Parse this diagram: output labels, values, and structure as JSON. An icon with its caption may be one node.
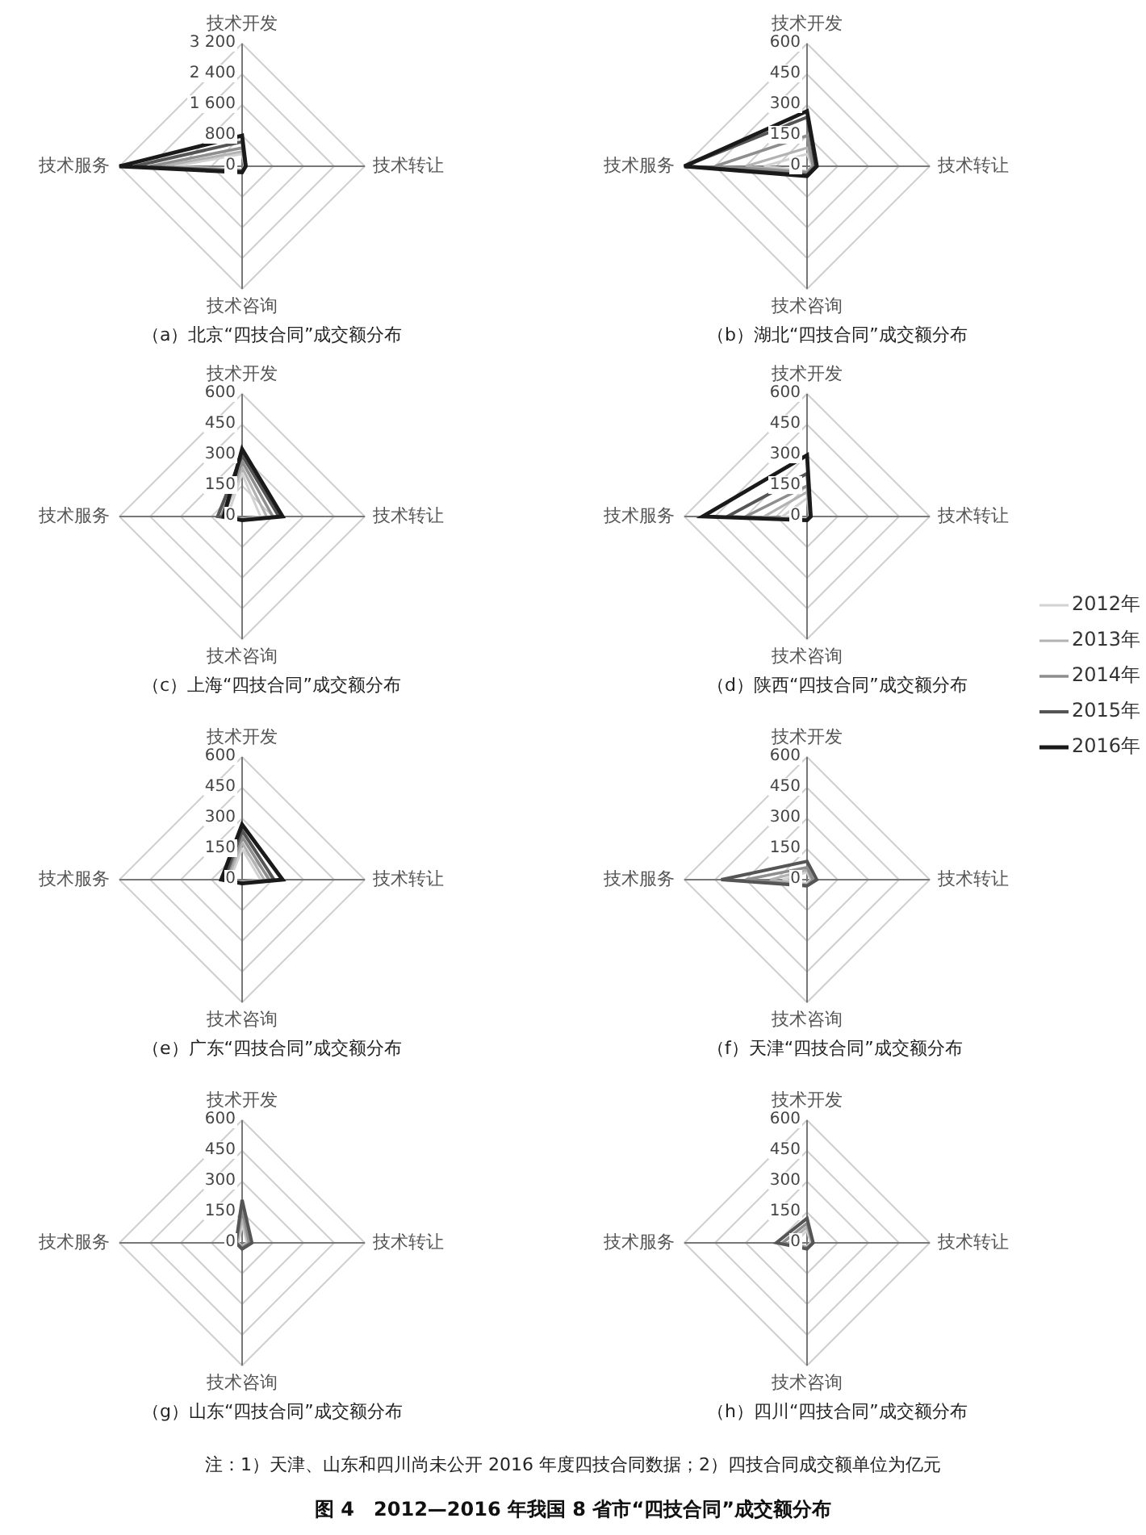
{
  "diagram": {
    "caption": "图 4　2012—2016 年我国 8 省市“四技合同”成交额分布",
    "labels": [
      "技术开发",
      "3 200",
      "2 400",
      "1 600",
      "800",
      "0",
      "技术服务",
      "技术转让",
      "技术咨询",
      "（a）北京“四技合同”成交额分布",
      "技术开发",
      "600",
      "450",
      "300",
      "150",
      "0",
      "技术服务",
      "技术转让",
      "技术咨询",
      "（b）湖北“四技合同”成交额分布",
      "技术开发",
      "600",
      "450",
      "300",
      "150",
      "0",
      "技术服务",
      "技术转让",
      "技术咨询",
      "（c）上海“四技合同”成交额分布",
      "技术开发",
      "600",
      "450",
      "300",
      "150",
      "0",
      "技术服务",
      "技术转让",
      "技术咨询",
      "（d）陕西“四技合同”成交额分布",
      "技术开发",
      "600",
      "450",
      "300",
      "150",
      "0",
      "技术服务",
      "技术转让",
      "技术咨询",
      "（e）广东“四技合同”成交额分布",
      "技术开发",
      "600",
      "450",
      "300",
      "150",
      "0",
      "技术服务",
      "技术转让",
      "技术咨询",
      "（f）天津“四技合同”成交额分布",
      "技术开发",
      "600",
      "450",
      "300",
      "150",
      "0",
      "技术服务",
      "技术转让",
      "技术咨询",
      "（g）山东“四技合同”成交额分布",
      "技术开发",
      "600",
      "450",
      "300",
      "150",
      "0",
      "技术服务",
      "技术转让",
      "技术咨询",
      "（h）四川“四技合同”成交额分布",
      "注：1）天津、山东和四川尚未公开 2016 年度四技合同数据；2）四技合同成交额单位为亿元"
    ],
    "legend": [
      {
        "text": "2012年"
      },
      {
        "text": "2013年"
      },
      {
        "text": "2014年"
      },
      {
        "text": "2015年"
      },
      {
        "text": "2016年"
      }
    ]
  }
}
